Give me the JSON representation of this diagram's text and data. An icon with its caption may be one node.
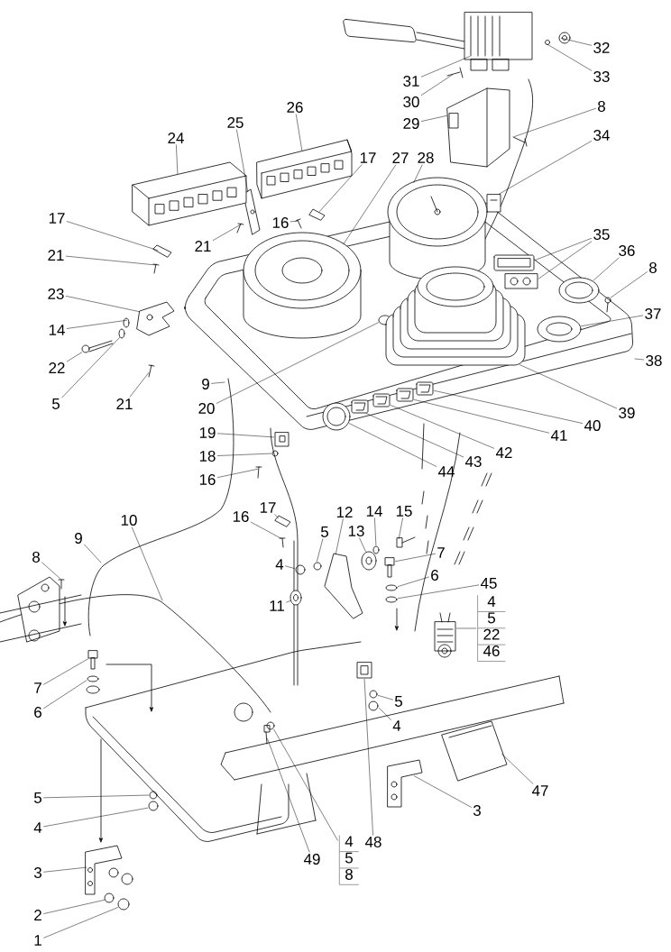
{
  "diagram": {
    "nodes": [
      {
        "text": [
          "32"
        ]
      },
      {
        "text": [
          "33"
        ]
      },
      {
        "text": [
          "31"
        ]
      },
      {
        "text": [
          "30"
        ]
      },
      {
        "text": [
          "8"
        ]
      },
      {
        "text": [
          "29"
        ]
      },
      {
        "text": [
          "26"
        ]
      },
      {
        "text": [
          "25"
        ]
      },
      {
        "text": [
          "24"
        ]
      },
      {
        "text": [
          "34"
        ]
      },
      {
        "text": [
          "17"
        ]
      },
      {
        "text": [
          "27"
        ]
      },
      {
        "text": [
          "28"
        ]
      },
      {
        "text": [
          "17"
        ]
      },
      {
        "text": [
          "16"
        ]
      },
      {
        "text": [
          "21"
        ]
      },
      {
        "text": [
          "35"
        ]
      },
      {
        "text": [
          "36"
        ]
      },
      {
        "text": [
          "21"
        ]
      },
      {
        "text": [
          "8"
        ]
      },
      {
        "text": [
          "23"
        ]
      },
      {
        "text": [
          "37"
        ]
      },
      {
        "text": [
          "14"
        ]
      },
      {
        "text": [
          "38"
        ]
      },
      {
        "text": [
          "22"
        ]
      },
      {
        "text": [
          "9"
        ]
      },
      {
        "text": [
          "5"
        ]
      },
      {
        "text": [
          "21"
        ]
      },
      {
        "text": [
          "20"
        ]
      },
      {
        "text": [
          "39"
        ]
      },
      {
        "text": [
          "40"
        ]
      },
      {
        "text": [
          "19"
        ]
      },
      {
        "text": [
          "41"
        ]
      },
      {
        "text": [
          "42"
        ]
      },
      {
        "text": [
          "18"
        ]
      },
      {
        "text": [
          "43"
        ]
      },
      {
        "text": [
          "44"
        ]
      },
      {
        "text": [
          "16"
        ]
      },
      {
        "text": [
          "17"
        ]
      },
      {
        "text": [
          "12"
        ]
      },
      {
        "text": [
          "14"
        ]
      },
      {
        "text": [
          "15"
        ]
      },
      {
        "text": [
          "16"
        ]
      },
      {
        "text": [
          "10"
        ]
      },
      {
        "text": [
          "13"
        ]
      },
      {
        "text": [
          "5"
        ]
      },
      {
        "text": [
          "9"
        ]
      },
      {
        "text": [
          "7"
        ]
      },
      {
        "text": [
          "8"
        ]
      },
      {
        "text": [
          "4"
        ]
      },
      {
        "text": [
          "6"
        ]
      },
      {
        "text": [
          "45"
        ]
      },
      {
        "text": [
          "4",
          "5",
          "22",
          "46"
        ]
      },
      {
        "text": [
          "11"
        ]
      },
      {
        "text": [
          "7"
        ]
      },
      {
        "text": [
          "6"
        ]
      },
      {
        "text": [
          "5"
        ]
      },
      {
        "text": [
          "4"
        ]
      },
      {
        "text": [
          "47"
        ]
      },
      {
        "text": [
          "5"
        ]
      },
      {
        "text": [
          "3"
        ]
      },
      {
        "text": [
          "4"
        ]
      },
      {
        "text": [
          "4",
          "5",
          "8"
        ]
      },
      {
        "text": [
          "48"
        ]
      },
      {
        "text": [
          "49"
        ]
      },
      {
        "text": [
          "3"
        ]
      },
      {
        "text": [
          "2"
        ]
      },
      {
        "text": [
          "1"
        ]
      },
      {
        "text": [],
        "shape": "picture"
      },
      {
        "text": [],
        "shape": "picture"
      },
      {
        "text": [],
        "shape": "picture"
      },
      {
        "text": [],
        "shape": "picture"
      },
      {
        "text": [],
        "shape": "picture"
      },
      {
        "text": [],
        "shape": "picture"
      },
      {
        "text": [],
        "shape": "picture"
      },
      {
        "text": [],
        "shape": "picture"
      },
      {
        "text": [],
        "shape": "picture"
      },
      {
        "text": [],
        "shape": "picture"
      },
      {
        "text": [],
        "shape": "picture"
      },
      {
        "text": [],
        "shape": "picture"
      },
      {
        "text": [],
        "shape": "picture"
      },
      {
        "text": [],
        "shape": "picture"
      },
      {
        "text": [],
        "shape": "picture"
      },
      {
        "text": [],
        "shape": "picture"
      },
      {
        "text": [],
        "shape": "picture"
      },
      {
        "text": [],
        "shape": "picture"
      },
      {
        "text": [],
        "shape": "picture"
      },
      {
        "text": [],
        "shape": "picture"
      },
      {
        "text": [],
        "shape": "picture"
      },
      {
        "text": [],
        "shape": "picture"
      },
      {
        "text": [],
        "shape": "picture"
      },
      {
        "text": [],
        "shape": "picture"
      },
      {
        "text": [],
        "shape": "picture"
      },
      {
        "text": [],
        "shape": "picture"
      },
      {
        "text": [],
        "shape": "picture"
      },
      {
        "text": [],
        "shape": "picture"
      },
      {
        "text": [],
        "shape": "picture"
      },
      {
        "text": [],
        "shape": "picture"
      },
      {
        "text": [],
        "shape": "picture"
      },
      {
        "text": [],
        "shape": "picture"
      },
      {
        "text": [],
        "shape": "picture"
      },
      {
        "text": [],
        "shape": "picture"
      },
      {
        "text": [],
        "shape": "picture"
      },
      {
        "text": [],
        "shape": "picture"
      },
      {
        "text": [],
        "shape": "picture"
      },
      {
        "text": [],
        "shape": "picture"
      },
      {
        "text": [],
        "shape": "picture"
      },
      {
        "text": [],
        "shape": "picture"
      },
      {
        "text": [],
        "shape": "picture"
      },
      {
        "text": [],
        "shape": "picture"
      },
      {
        "text": [],
        "shape": "picture"
      },
      {
        "text": [],
        "shape": "picture"
      },
      {
        "text": [],
        "shape": "picture"
      },
      {
        "text": [],
        "shape": "picture"
      },
      {
        "text": [],
        "shape": "picture"
      },
      {
        "text": [],
        "shape": "picture"
      },
      {
        "text": [],
        "shape": "picture"
      },
      {
        "text": [],
        "shape": "picture"
      },
      {
        "text": [],
        "shape": "picture"
      },
      {
        "text": [],
        "shape": "picture"
      },
      {
        "text": [],
        "shape": "picture"
      },
      {
        "text": [],
        "shape": "picture"
      },
      {
        "text": [],
        "shape": "picture"
      },
      {
        "text": [],
        "shape": "picture"
      },
      {
        "text": [],
        "shape": "picture"
      },
      {
        "text": [],
        "shape": "picture"
      },
      {
        "text": [],
        "shape": "picture"
      },
      {
        "text": [],
        "shape": "picture"
      },
      {
        "text": [],
        "shape": "picture"
      },
      {
        "text": [],
        "shape": "picture"
      },
      {
        "text": [],
        "shape": "picture"
      },
      {
        "text": [],
        "shape": "picture"
      },
      {
        "text": [],
        "shape": "picture"
      }
    ],
    "edges": [
      {
        "from": 0,
        "to": 68,
        "arrow": "none"
      },
      {
        "from": 1,
        "to": 69,
        "arrow": "none"
      },
      {
        "from": 2,
        "to": 70,
        "arrow": "none"
      },
      {
        "from": 3,
        "to": 71,
        "arrow": "none"
      },
      {
        "from": 4,
        "to": 72,
        "arrow": "none"
      },
      {
        "from": 5,
        "to": 73,
        "arrow": "none"
      },
      {
        "from": 6,
        "to": 74,
        "arrow": "none"
      },
      {
        "from": 7,
        "to": 75,
        "arrow": "none"
      },
      {
        "from": 8,
        "to": 76,
        "arrow": "none"
      },
      {
        "from": 9,
        "to": 77,
        "arrow": "none"
      },
      {
        "from": 10,
        "to": 78,
        "arrow": "none"
      },
      {
        "from": 11,
        "to": 79,
        "arrow": "none"
      },
      {
        "from": 12,
        "to": 80,
        "arrow": "none"
      },
      {
        "from": 13,
        "to": 81,
        "arrow": "none"
      },
      {
        "from": 14,
        "to": 82,
        "arrow": "none"
      },
      {
        "from": 15,
        "to": 83,
        "arrow": "none"
      },
      {
        "from": 16,
        "to": 84,
        "arrow": "none"
      },
      {
        "from": 16,
        "to": 85,
        "arrow": "none"
      },
      {
        "from": 17,
        "to": 86,
        "arrow": "none"
      },
      {
        "from": 18,
        "to": 87,
        "arrow": "none"
      },
      {
        "from": 19,
        "to": 88,
        "arrow": "none"
      },
      {
        "from": 20,
        "to": 89,
        "arrow": "none"
      },
      {
        "from": 21,
        "to": 90,
        "arrow": "none"
      },
      {
        "from": 22,
        "to": 91,
        "arrow": "none"
      },
      {
        "from": 23,
        "to": null,
        "arrow": "none"
      },
      {
        "from": 24,
        "to": 92,
        "arrow": "none"
      },
      {
        "from": 25,
        "to": null,
        "arrow": "none"
      },
      {
        "from": 26,
        "to": 93,
        "arrow": "none"
      },
      {
        "from": 27,
        "to": 94,
        "arrow": "none"
      },
      {
        "from": 28,
        "to": 95,
        "arrow": "none"
      },
      {
        "from": 29,
        "to": 96,
        "arrow": "none"
      },
      {
        "from": 30,
        "to": 97,
        "arrow": "none"
      },
      {
        "from": 31,
        "to": 98,
        "arrow": "none"
      },
      {
        "from": 32,
        "to": 99,
        "arrow": "none"
      },
      {
        "from": 33,
        "to": 100,
        "arrow": "none"
      },
      {
        "from": 34,
        "to": 101,
        "arrow": "none"
      },
      {
        "from": 35,
        "to": 102,
        "arrow": "none"
      },
      {
        "from": 36,
        "to": 103,
        "arrow": "none"
      },
      {
        "from": 37,
        "to": 104,
        "arrow": "none"
      },
      {
        "from": 38,
        "to": 105,
        "arrow": "none"
      },
      {
        "from": 39,
        "to": 106,
        "arrow": "none"
      },
      {
        "from": 40,
        "to": 107,
        "arrow": "none"
      },
      {
        "from": 41,
        "to": 108,
        "arrow": "none"
      },
      {
        "from": 42,
        "to": 109,
        "arrow": "none"
      },
      {
        "from": 43,
        "to": null,
        "arrow": "none"
      },
      {
        "from": 44,
        "to": 110,
        "arrow": "none"
      },
      {
        "from": 45,
        "to": 111,
        "arrow": "none"
      },
      {
        "from": 46,
        "to": null,
        "arrow": "none"
      },
      {
        "from": 47,
        "to": 112,
        "arrow": "none"
      },
      {
        "from": 48,
        "to": 113,
        "arrow": "none"
      },
      {
        "from": 49,
        "to": 114,
        "arrow": "none"
      },
      {
        "from": 50,
        "to": 115,
        "arrow": "none"
      },
      {
        "from": 51,
        "to": 116,
        "arrow": "none"
      },
      {
        "from": 52,
        "to": 117,
        "arrow": "none"
      },
      {
        "from": 53,
        "to": 118,
        "arrow": "none"
      },
      {
        "from": 54,
        "to": 119,
        "arrow": "none"
      },
      {
        "from": 55,
        "to": 120,
        "arrow": "none"
      },
      {
        "from": 56,
        "to": 121,
        "arrow": "none"
      },
      {
        "from": 57,
        "to": 122,
        "arrow": "none"
      },
      {
        "from": 58,
        "to": 123,
        "arrow": "none"
      },
      {
        "from": 59,
        "to": 124,
        "arrow": "none"
      },
      {
        "from": 60,
        "to": 125,
        "arrow": "none"
      },
      {
        "from": 61,
        "to": 126,
        "arrow": "none"
      },
      {
        "from": 62,
        "to": 127,
        "arrow": "none"
      },
      {
        "from": 63,
        "to": 128,
        "arrow": "none"
      },
      {
        "from": 64,
        "to": 129,
        "arrow": "none"
      },
      {
        "from": 65,
        "to": 130,
        "arrow": "none"
      },
      {
        "from": 66,
        "to": 131,
        "arrow": "none"
      },
      {
        "from": 67,
        "to": 132,
        "arrow": "none"
      }
    ]
  }
}
